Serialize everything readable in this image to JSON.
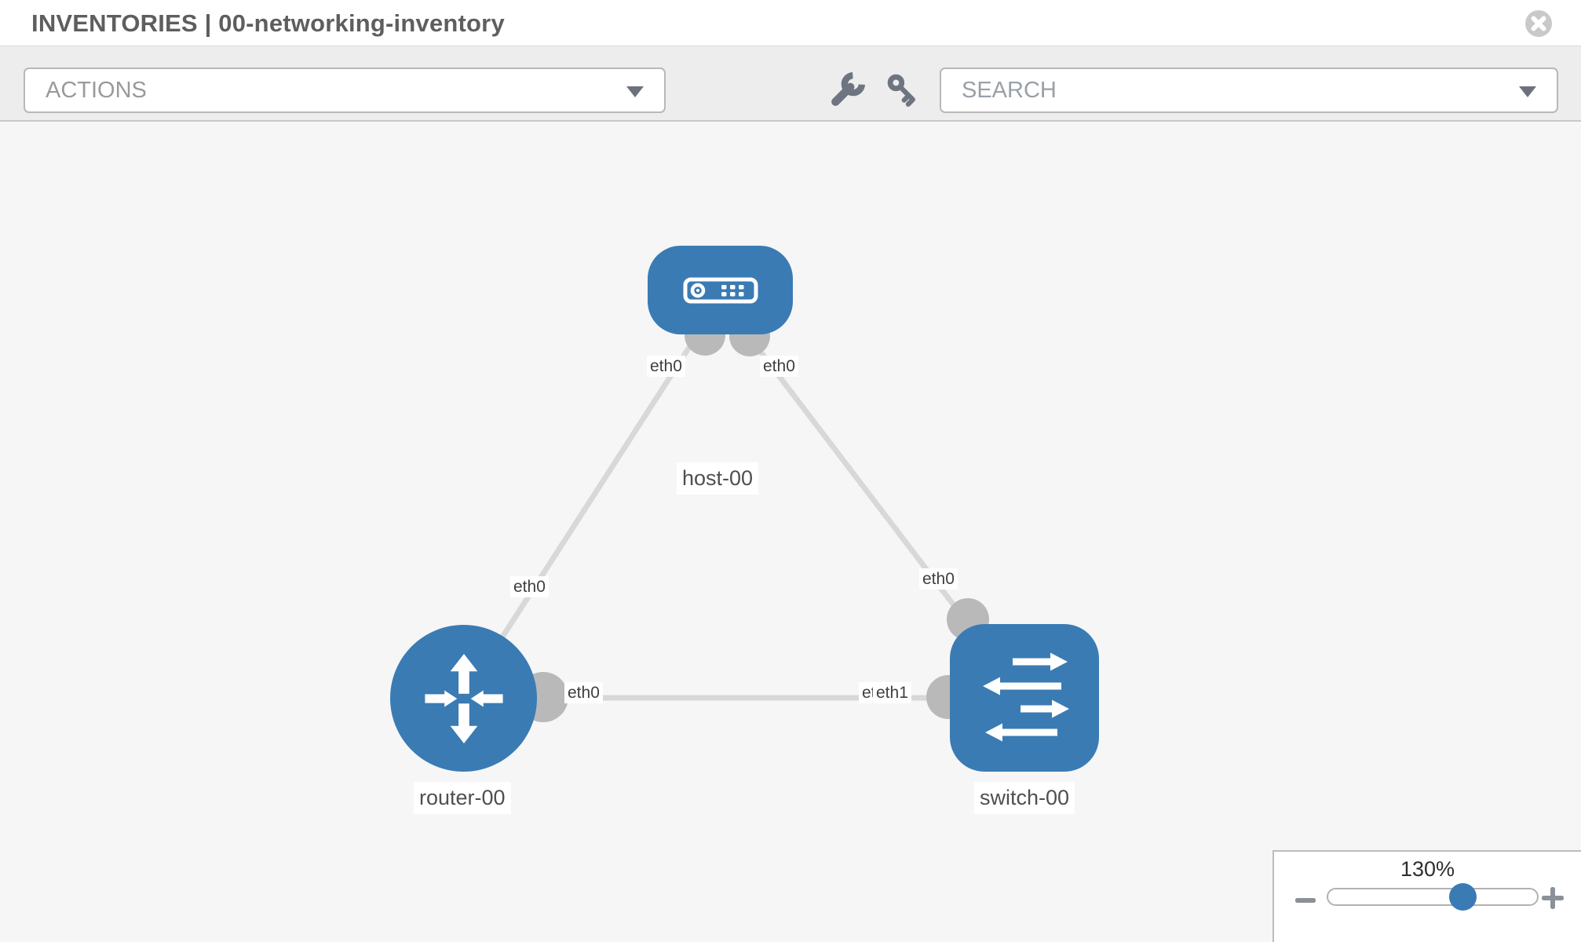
{
  "header": {
    "title": "INVENTORIES | 00-networking-inventory"
  },
  "toolbar": {
    "actions_dropdown": {
      "placeholder": "ACTIONS"
    },
    "search_dropdown": {
      "placeholder": "SEARCH"
    },
    "tool_icons": [
      "wrench-icon",
      "key-icon"
    ]
  },
  "topology": {
    "nodes": [
      {
        "label": "host-00",
        "type": "host"
      },
      {
        "label": "router-00",
        "type": "router"
      },
      {
        "label": "switch-00",
        "type": "switch"
      }
    ],
    "links": [
      {
        "from": "host-00",
        "to": "router-00",
        "from_interface": "eth0",
        "to_interface": "eth0"
      },
      {
        "from": "host-00",
        "to": "switch-00",
        "from_interface": "eth0",
        "to_interface": "eth0"
      },
      {
        "from": "router-00",
        "to": "switch-00",
        "from_interface": "eth0",
        "to_interface": "eth1"
      }
    ],
    "interface_labels": {
      "host_to_router_at_host": "eth0",
      "host_to_router_at_router": "eth0",
      "host_to_switch_at_host": "eth0",
      "host_to_switch_at_switch": "eth0",
      "router_to_switch_at_router": "eth0",
      "router_to_switch_at_switch_back": "eth0",
      "router_to_switch_at_switch_front": "eth1"
    }
  },
  "zoom_control": {
    "level": "130%"
  },
  "colors": {
    "node_blue": "#3a7bb4",
    "edge_gray": "#d8d8d8",
    "connector_gray": "#b9b9b9",
    "toolbar_bg": "#ededed",
    "canvas_bg": "#f6f6f6",
    "close_icon_gray": "#c9c9c9",
    "tool_icon_gray": "#6e7580"
  }
}
